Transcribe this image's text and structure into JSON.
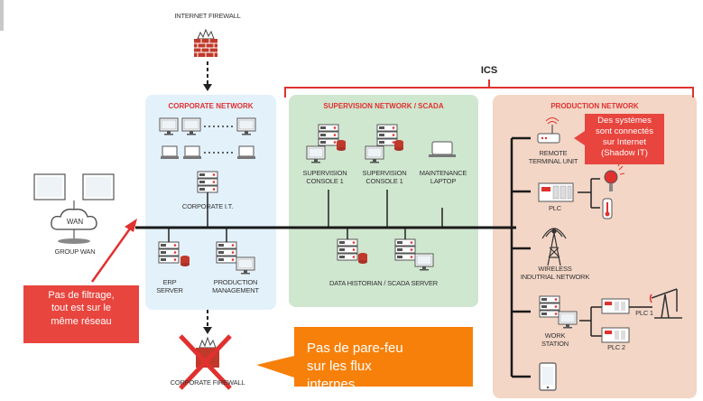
{
  "labels": {
    "internet_firewall": "INTERNET FIREWALL",
    "ics": "ICS",
    "corporate_network": "CORPORATE NETWORK",
    "supervision_network": "SUPERVISION NETWORK / SCADA",
    "production_network": "PRODUCTION NETWORK",
    "corporate_it": "CORPORATE I.T.",
    "erp_server": "ERP\nSERVER",
    "production_management": "PRODUCTION\nMANAGEMENT",
    "supervision_console_1a": "SUPERVISION\nCONSOLE 1",
    "supervision_console_1b": "SUPERVISION\nCONSOLE 1",
    "maintenance_laptop": "MAINTENANCE\nLAPTOP",
    "data_historian": "DATA HISTORIAN / SCADA SERVER",
    "wan": "WAN",
    "group_wan": "GROUP WAN",
    "remote_terminal_unit": "REMOTE\nTERMINAL UNIT",
    "plc": "PLC",
    "wireless_network": "WIRELESS\nINDUTRIAL NETWORK",
    "work_station": "WORK\nSTATION",
    "plc1": "PLC 1",
    "plc2": "PLC 2",
    "corporate_firewall": "CORPORATE FIREWALL"
  },
  "callouts": {
    "shadow_it": "Des systèmes\nsont connectés\nsur Internet\n(Shadow IT)",
    "no_filtering": "Pas de filtrage,\ntout est sur le\nmême réseau",
    "no_firewall": "Pas de pare-feu\nsur les flux\ninternes"
  },
  "colors": {
    "corporate_zone": "#e3f1fb",
    "supervision_zone": "#cfe6cf",
    "production_zone": "#f3d6c6",
    "accent_red": "#e0312f",
    "callout_red": "#e8453e",
    "callout_orange": "#f7800a",
    "backbone": "#1a1a1a"
  },
  "icons": [
    "firewall-icon",
    "desktop-icon",
    "laptop-icon",
    "server-icon",
    "router-icon",
    "antenna-icon",
    "plc-icon",
    "thermometer-icon",
    "fire-alarm-icon",
    "pumpjack-icon",
    "tablet-icon",
    "cloud-icon"
  ]
}
